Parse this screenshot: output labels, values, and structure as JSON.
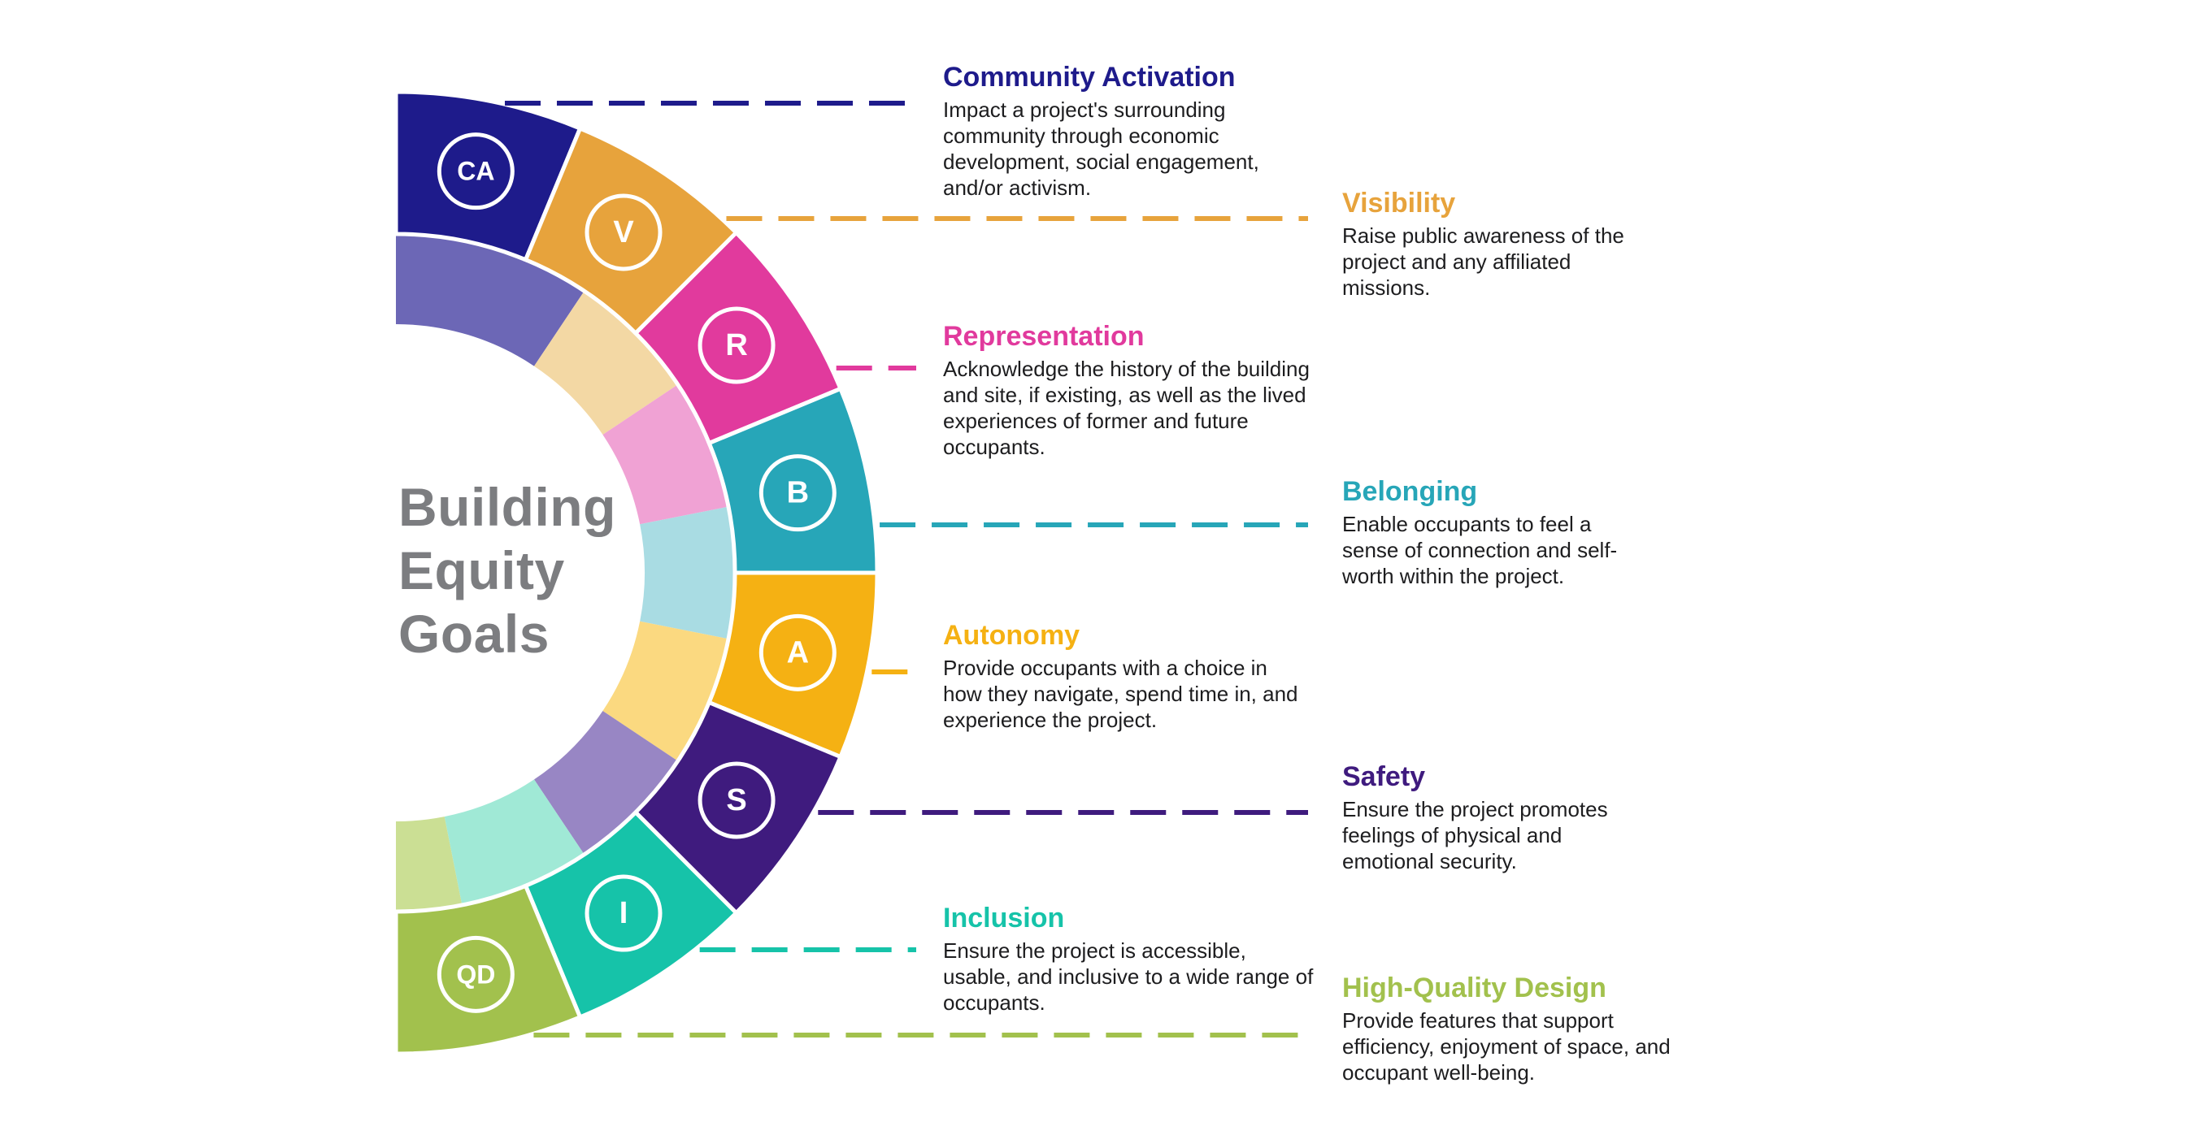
{
  "center_title": "Building\nEquity\nGoals",
  "center_title_color": "#7c7d80",
  "text_color": "#1d1d1f",
  "background": "#ffffff",
  "goals": [
    {
      "abbr": "CA",
      "title": "Community Activation",
      "description": "Impact a project's surrounding community through economic development, social engagement, and/or activism.",
      "color": "#1e1b8b",
      "tint": "#6c67b6"
    },
    {
      "abbr": "V",
      "title": "Visibility",
      "description": "Raise public awareness of the project and any affiliated missions.",
      "color": "#e7a33c",
      "tint": "#f3d8a4"
    },
    {
      "abbr": "R",
      "title": "Representation",
      "description": "Acknowledge the history of the building and site, if existing, as well as the lived experiences of former and future occupants.",
      "color": "#e13a9d",
      "tint": "#f0a2d4"
    },
    {
      "abbr": "B",
      "title": "Belonging",
      "description": "Enable occupants to feel a sense of connection and self-worth within the project.",
      "color": "#27a6b8",
      "tint": "#a9dce3"
    },
    {
      "abbr": "A",
      "title": "Autonomy",
      "description": "Provide occupants with a choice in how they navigate, spend time in, and experience the project.",
      "color": "#f5b113",
      "tint": "#fbd980"
    },
    {
      "abbr": "S",
      "title": "Safety",
      "description": "Ensure the project promotes feelings of physical and emotional security.",
      "color": "#3f1b7e",
      "tint": "#9886c4"
    },
    {
      "abbr": "I",
      "title": "Inclusion",
      "description": "Ensure the project is accessible, usable, and inclusive to a wide range of occupants.",
      "color": "#16c3a9",
      "tint": "#a0e9d6"
    },
    {
      "abbr": "QD",
      "title": "High-Quality Design",
      "description": "Provide features that support efficiency, enjoyment of space, and occupant well-being.",
      "color": "#a2c14d",
      "tint": "#cbdf94"
    }
  ]
}
